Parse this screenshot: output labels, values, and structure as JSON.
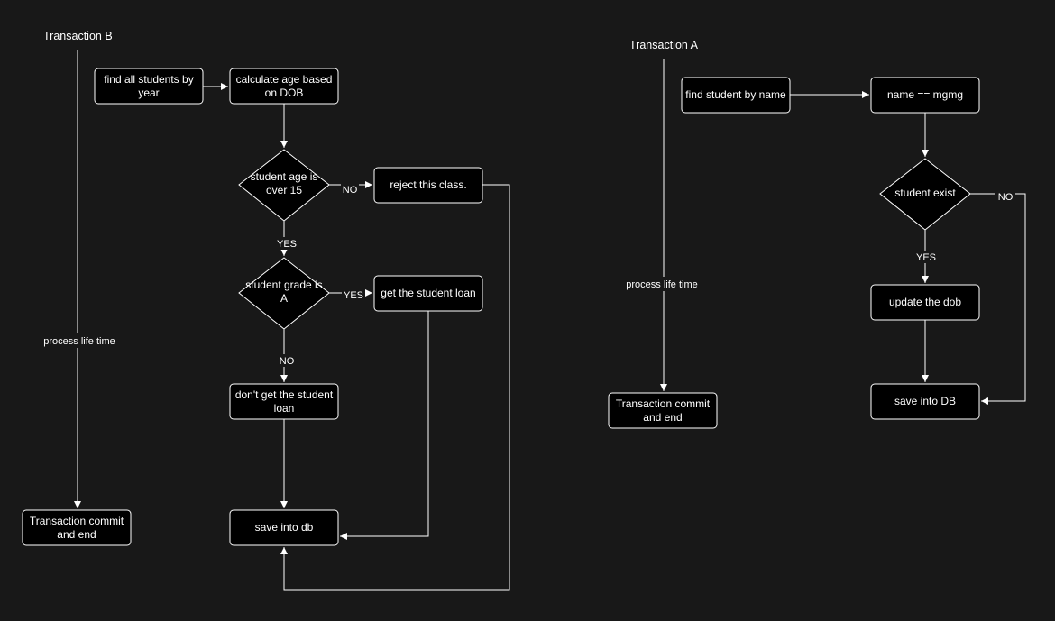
{
  "transaction_b": {
    "title": "Transaction B",
    "lifetime_label": "process life time",
    "commit": [
      "Transaction commit",
      "and end"
    ],
    "nodes": {
      "find_students": [
        "find all students by",
        "year"
      ],
      "calc_age": [
        "calculate age based",
        "on DOB"
      ],
      "age_check": [
        "student age is",
        "over 15"
      ],
      "reject": [
        "reject this class."
      ],
      "grade_check": [
        "student grade is",
        "A"
      ],
      "get_loan": [
        "get the student loan"
      ],
      "no_loan": [
        "don't get the student",
        "loan"
      ],
      "save_db": [
        "save into db"
      ]
    },
    "edge_labels": {
      "age_no": "NO",
      "age_yes": "YES",
      "grade_yes": "YES",
      "grade_no": "NO"
    }
  },
  "transaction_a": {
    "title": "Transaction A",
    "lifetime_label": "process life time",
    "commit": [
      "Transaction commit",
      "and end"
    ],
    "nodes": {
      "find_student": [
        "find student by name"
      ],
      "name_check": [
        "name == mgmg"
      ],
      "exist_check": [
        "student exist"
      ],
      "update_dob": [
        "update the dob"
      ],
      "save_db": [
        "save into DB"
      ]
    },
    "edge_labels": {
      "exist_no": "NO",
      "exist_yes": "YES"
    }
  },
  "colors": {
    "background": "#181818",
    "node_fill": "#000000",
    "stroke": "#ffffff",
    "text": "#ffffff"
  }
}
